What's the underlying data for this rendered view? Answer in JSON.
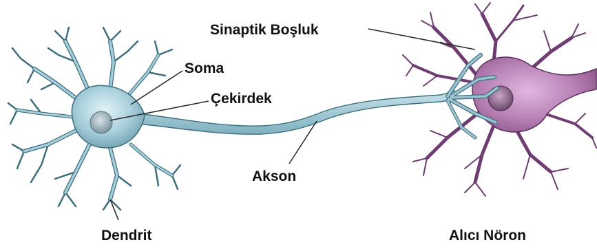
{
  "labels": {
    "synaptic_gap": "Sinaptik Boşluk",
    "soma": "Soma",
    "nucleus": "Çekirdek",
    "axon": "Akson",
    "dendrite": "Dendrit",
    "receiving_neuron": "Alıcı Nöron"
  },
  "colors": {
    "sender_body": "#9cc7d3",
    "sender_outline": "#3d6e7c",
    "receiver_body": "#b97fb8",
    "receiver_outline": "#5c2e5e",
    "terminal": "#7ea7b2",
    "leader_line": "#2a2a2a",
    "text": "#111111"
  }
}
